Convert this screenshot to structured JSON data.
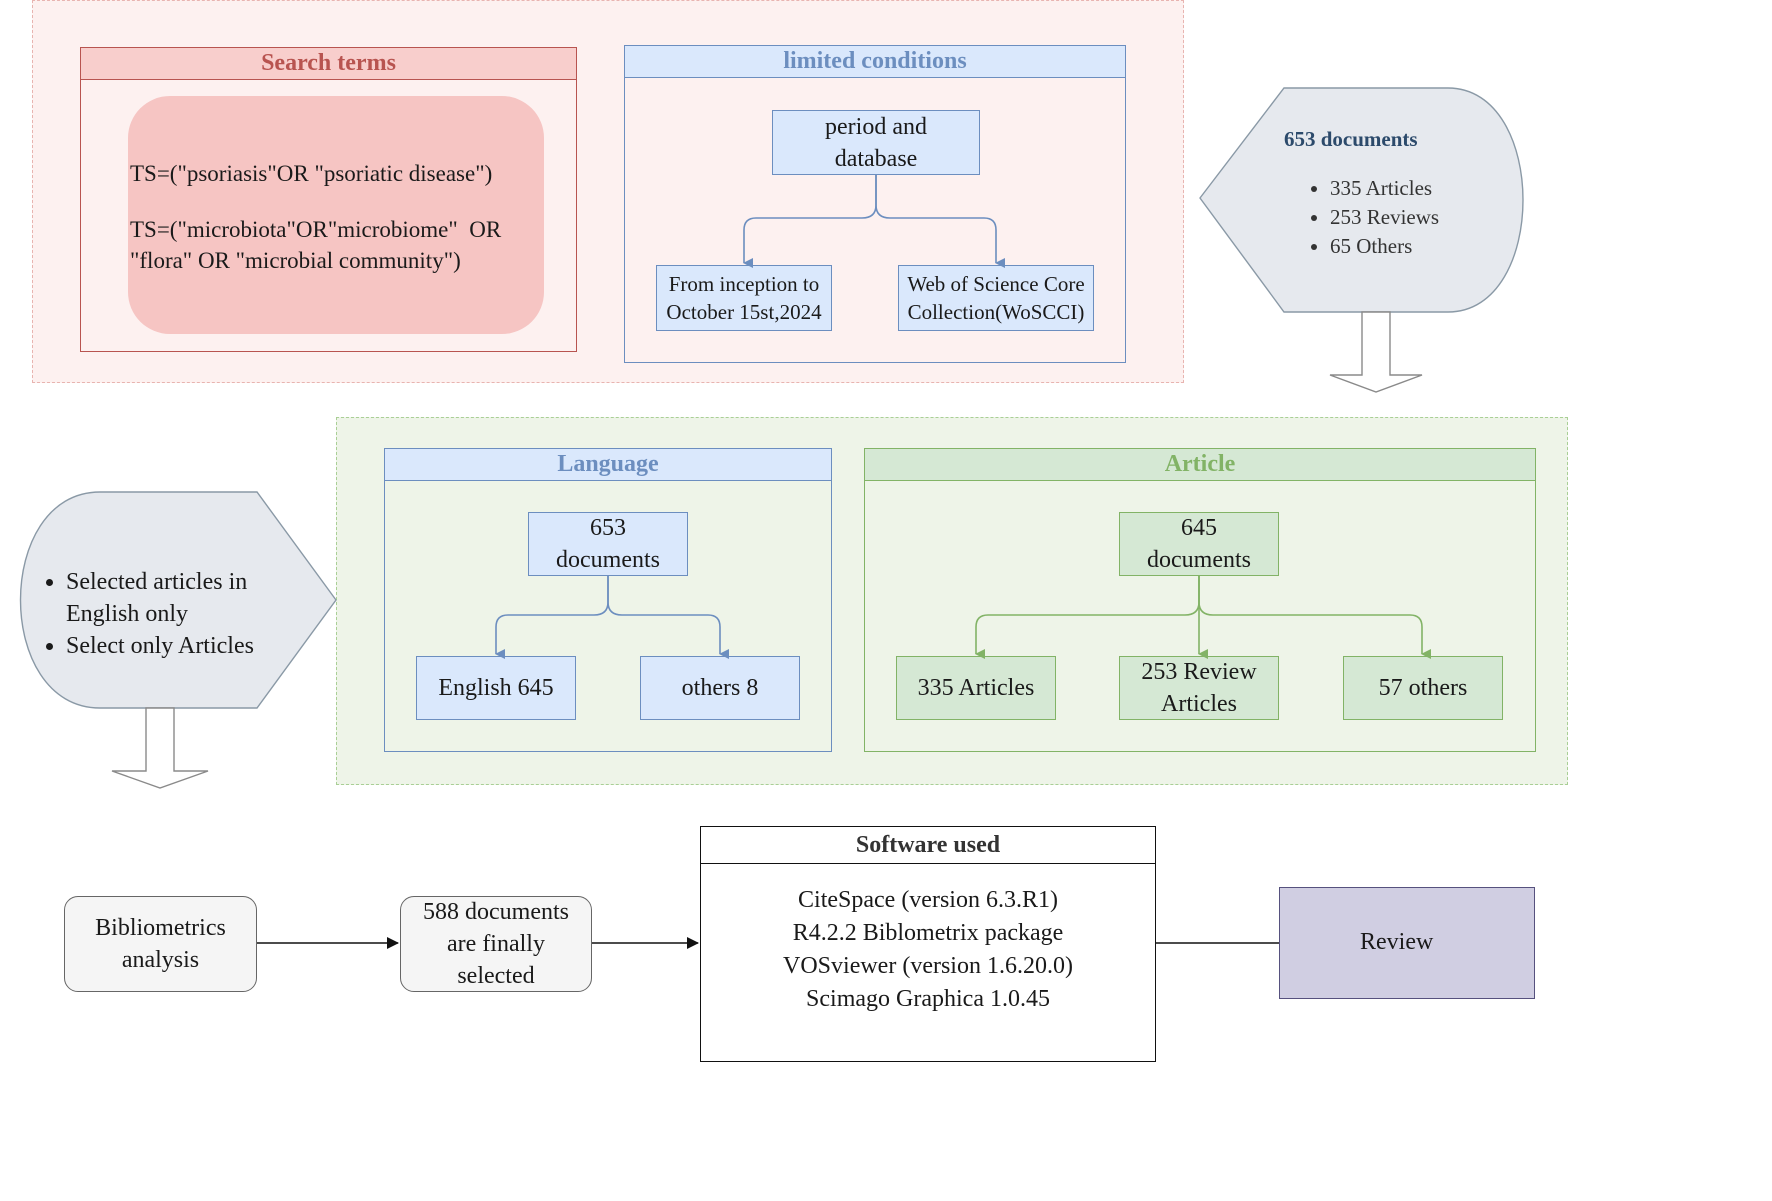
{
  "search_terms": {
    "title": "Search terms",
    "line1": "TS=(\"psoriasis\"OR \"psoriatic disease\")",
    "line2": "TS=(\"microbiota\"OR\"microbiome\"  OR",
    "line3": "\"flora\" OR \"microbial community\")"
  },
  "limited_conditions": {
    "title": "limited conditions",
    "root_line1": "period and",
    "root_line2": "database",
    "left_line1": "From inception to",
    "left_line2": "October 15st,2024",
    "right_line1": "Web of Science Core",
    "right_line2": "Collection(WoSCCI)"
  },
  "summary_callout": {
    "title": "653 documents",
    "items": [
      "335 Articles",
      "253 Reviews",
      "65 Others"
    ]
  },
  "selection_callout": {
    "items": [
      "Selected articles in English only",
      "Select only Articles"
    ]
  },
  "language": {
    "title": "Language",
    "root_line1": "653",
    "root_line2": "documents",
    "left": "English 645",
    "right": "others 8"
  },
  "article": {
    "title": "Article",
    "root_line1": "645",
    "root_line2": "documents",
    "left": "335 Articles",
    "middle_line1": "253 Review",
    "middle_line2": "Articles",
    "right": "57 others"
  },
  "bottom_flow": {
    "bibliometrics_line1": "Bibliometrics",
    "bibliometrics_line2": "analysis",
    "selected_line1": "588 documents",
    "selected_line2": "are finally",
    "selected_line3": "selected",
    "software_title": "Software used",
    "software_items": [
      "CiteSpace (version 6.3.R1)",
      "R4.2.2 Biblometrix package",
      "VOSviewer (version 1.6.20.0)",
      "Scimago Graphica 1.0.45"
    ],
    "review_label": "Review"
  },
  "colors": {
    "pink_title": "#b85450",
    "blue_title": "#6c8ebf",
    "green_title": "#82b366",
    "callout_fill": "#e6e9ee",
    "review_fill": "#d0cee2"
  }
}
